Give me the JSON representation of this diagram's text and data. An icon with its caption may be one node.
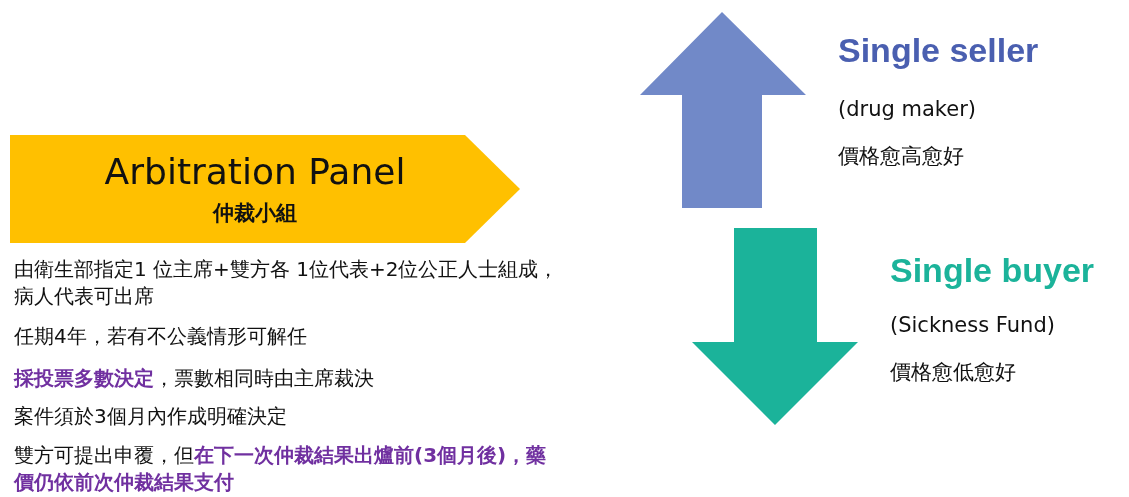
{
  "diagram": {
    "nodes": [
      {
        "text": [
          "Arbitration Panel",
          "仲裁小組"
        ]
      }
    ],
    "labels": [
      "由衛生部指定1 位主席+雙方各 1位代表+2位公正人士組成，病人代表可出席",
      "任期4年，若有不公義情形可解任",
      "**採投票多數決定**，票數相同時由主席裁決",
      "案件須於3個月內作成明確決定",
      "雙方可提出申覆，但**在下一次仲裁結果出爐前(3個月後)，藥價仍依前次仲裁結果支付**",
      "Single seller",
      "(drug maker)",
      "價格愈高愈好",
      "Single buyer",
      "(Sickness Fund)",
      "價格愈低愈好"
    ]
  }
}
